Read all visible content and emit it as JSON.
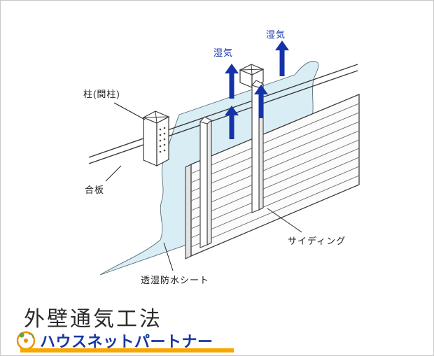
{
  "diagram": {
    "labels": {
      "moisture_top": "湿気",
      "moisture_left": "湿気",
      "pillar": "柱(間柱)",
      "plywood": "合板",
      "sheet": "透湿防水シート",
      "siding": "サイディング"
    }
  },
  "footer": {
    "title": "外壁通気工法",
    "brand": "ハウスネットパートナー"
  },
  "colors": {
    "arrow_blue": "#1433a8",
    "label_blue": "#1535b0",
    "sheet_fill": "#d9eef4",
    "brand_blue": "#16379f",
    "brand_orange": "#f6a800",
    "line_dark": "#3a3a3a"
  }
}
